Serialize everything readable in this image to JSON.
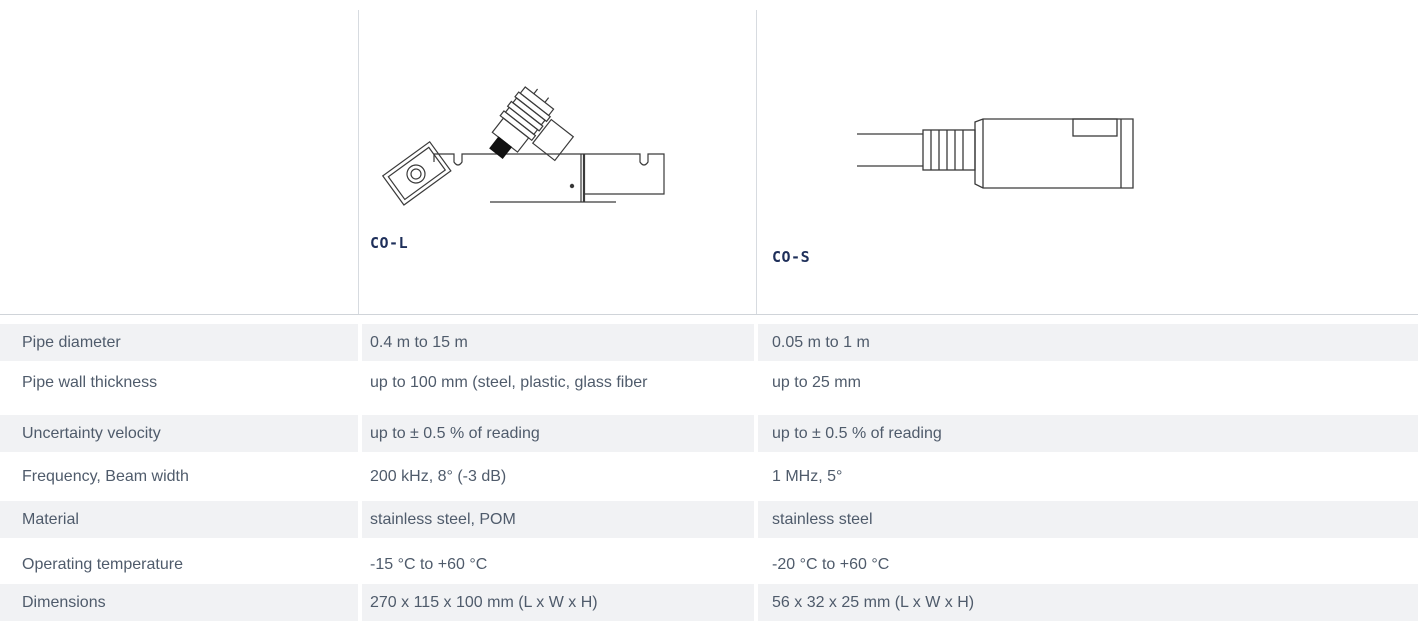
{
  "products": [
    {
      "name": "CO-L",
      "image_icon": "co-l-clamp-on-sensor-drawing"
    },
    {
      "name": "CO-S",
      "image_icon": "co-s-sensor-with-cable-drawing"
    }
  ],
  "specs": [
    {
      "label": "Pipe diameter",
      "col_l": "0.4 m to 15 m",
      "col_s": "0.05 m to 1 m"
    },
    {
      "label": "Pipe wall thickness",
      "col_l": "up to 100 mm (steel, plastic, glass fiber",
      "col_s": "up to 25 mm"
    },
    {
      "label": "Uncertainty velocity",
      "col_l": "up to ± 0.5 % of reading",
      "col_s": "up to ± 0.5 % of reading"
    },
    {
      "label": "Frequency, Beam width",
      "col_l": "200 kHz, 8° (-3 dB)",
      "col_s": "1 MHz, 5°"
    },
    {
      "label": "Material",
      "col_l": "stainless steel, POM",
      "col_s": "stainless steel"
    },
    {
      "label": "Operating temperature",
      "col_l": "-15 °C to +60 °C",
      "col_s": "-20 °C to +60 °C"
    },
    {
      "label": "Dimensions",
      "col_l": "270 x 115 x 100 mm (L x W x H)",
      "col_s": "56 x 32 x 25 mm (L x W x H)"
    }
  ]
}
